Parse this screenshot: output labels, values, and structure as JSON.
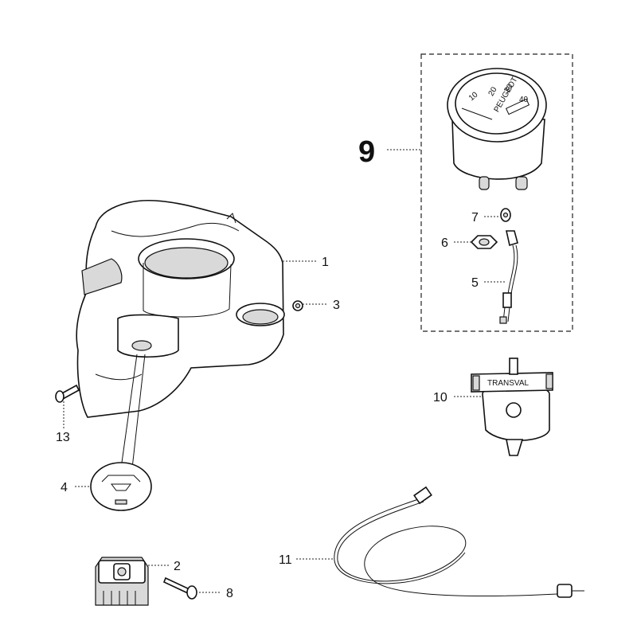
{
  "callouts": {
    "c1": "1",
    "c2": "2",
    "c3": "3",
    "c4": "4",
    "c5": "5",
    "c6": "6",
    "c7": "7",
    "c8": "8",
    "c9": "9",
    "c10": "10",
    "c11": "11",
    "c13": "13"
  },
  "gauge": {
    "scale": [
      "10",
      "20",
      "30",
      "40"
    ],
    "brand": "PEUGEOT"
  },
  "sensor": {
    "brand": "TRANSVAL"
  }
}
